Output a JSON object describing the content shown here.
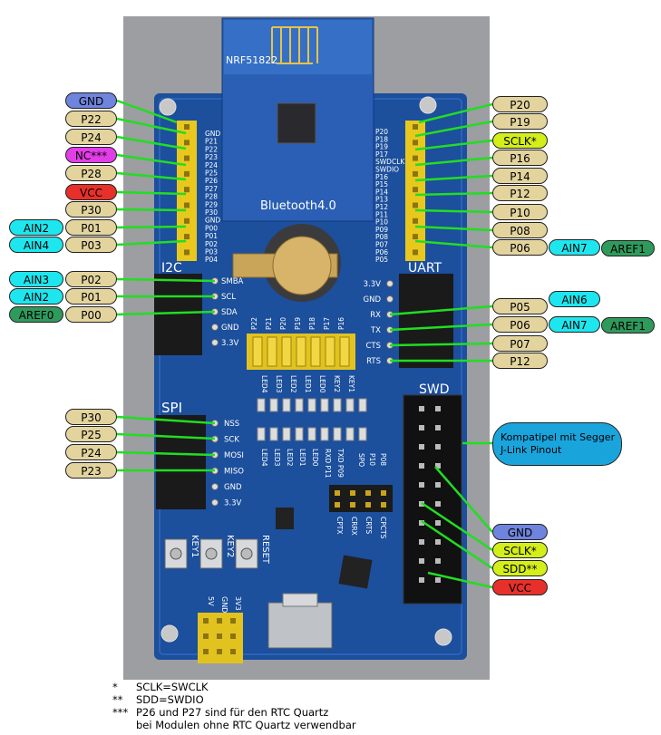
{
  "board": {
    "module_name": "NRF51822",
    "module_sub": "Bluetooth4.0",
    "sections": {
      "i2c": "I2C",
      "uart": "UART",
      "spi": "SPI",
      "swd": "SWD"
    },
    "header_left_pins": [
      "GND",
      "P21",
      "P22",
      "P23",
      "P24",
      "P25",
      "P26",
      "P27",
      "P28",
      "P29",
      "P30",
      "GND",
      "P00",
      "P01",
      "P02",
      "P03",
      "P04"
    ],
    "header_right_pins": [
      "P20",
      "P18",
      "P19",
      "P17",
      "SWDCLK",
      "SWDIO",
      "P16",
      "P15",
      "P14",
      "P13",
      "P12",
      "P11",
      "P10",
      "P09",
      "P08",
      "P07",
      "P06",
      "P05"
    ],
    "i2c_pins": [
      "SMBA",
      "SCL",
      "SDA",
      "GND",
      "3.3V"
    ],
    "uart_pins": [
      "3.3V",
      "GND",
      "RX",
      "TX",
      "CTS",
      "RTS"
    ],
    "spi_pins": [
      "NSS",
      "SCK",
      "MOSI",
      "MISO",
      "GND",
      "3.3V"
    ],
    "jumper_top": [
      "P22",
      "P21",
      "P20",
      "P19",
      "P18",
      "P17",
      "P16"
    ],
    "jumper_bottom": [
      "LED4",
      "LED3",
      "LED2",
      "LED1",
      "LED0",
      "KEY2",
      "KEY1"
    ],
    "led_labels": [
      "LED4",
      "LED3",
      "LED2",
      "LED1",
      "LED0",
      "RXD P11",
      "TXD P09"
    ],
    "rts_labels": [
      "SPO",
      "P10",
      "P08"
    ],
    "cts_labels": [
      "CPTX",
      "CRRX",
      "CRTS",
      "CPCTS"
    ],
    "buttons": [
      "KEY1",
      "KEY2",
      "RESET"
    ],
    "power_labels": [
      "5V",
      "GND",
      "3V3"
    ]
  },
  "labels_left": [
    {
      "text": "GND",
      "type": "gnd"
    },
    {
      "text": "P22",
      "type": "pin"
    },
    {
      "text": "P24",
      "type": "pin"
    },
    {
      "text": "NC***",
      "type": "nc"
    },
    {
      "text": "P28",
      "type": "pin"
    },
    {
      "text": "VCC",
      "type": "vcc"
    },
    {
      "text": "P30",
      "type": "pin"
    },
    {
      "text": "P01",
      "type": "pin",
      "extra": "AIN2"
    },
    {
      "text": "P03",
      "type": "pin",
      "extra": "AIN4"
    },
    {
      "text": "P02",
      "type": "pin",
      "extra": "AIN3"
    },
    {
      "text": "P01",
      "type": "pin",
      "extra": "AIN2"
    },
    {
      "text": "P00",
      "type": "pin",
      "extra": "AREF0"
    },
    {
      "text": "P30",
      "type": "pin"
    },
    {
      "text": "P25",
      "type": "pin"
    },
    {
      "text": "P24",
      "type": "pin"
    },
    {
      "text": "P23",
      "type": "pin"
    }
  ],
  "labels_right": [
    {
      "text": "P20",
      "type": "pin"
    },
    {
      "text": "P19",
      "type": "pin"
    },
    {
      "text": "SCLK*",
      "type": "sclk"
    },
    {
      "text": "P16",
      "type": "pin"
    },
    {
      "text": "P14",
      "type": "pin"
    },
    {
      "text": "P12",
      "type": "pin"
    },
    {
      "text": "P10",
      "type": "pin"
    },
    {
      "text": "P08",
      "type": "pin"
    },
    {
      "text": "P06",
      "type": "pin",
      "extra": "AIN7",
      "extra2": "AREF1"
    },
    {
      "text": "P05",
      "type": "pin",
      "extra": "AIN6"
    },
    {
      "text": "P06",
      "type": "pin",
      "extra": "AIN7",
      "extra2": "AREF1"
    },
    {
      "text": "P07",
      "type": "pin"
    },
    {
      "text": "P12",
      "type": "pin"
    },
    {
      "text": "GND",
      "type": "gnd"
    },
    {
      "text": "SCLK*",
      "type": "sclk"
    },
    {
      "text": "SDD**",
      "type": "sclk"
    },
    {
      "text": "VCC",
      "type": "vcc"
    }
  ],
  "callout_text": "Kompatipel mit Segger J-Link Pinout",
  "footnotes": [
    {
      "key": "*",
      "text": "SCLK=SWCLK"
    },
    {
      "key": "**",
      "text": "SDD=SWDIO"
    },
    {
      "key": "***",
      "text": "P26 und P27 sind für den RTC Quartz"
    },
    {
      "key": "",
      "text": "bei Modulen ohne RTC Quartz verwendbar"
    }
  ],
  "colors": {
    "board": "#1c4f9c",
    "pin_label": "#e3d49e",
    "gnd": "#6f84dc",
    "vcc": "#e8302a",
    "nc": "#e23ee8",
    "sclk": "#d4ee1a",
    "ain": "#1ee6ee",
    "aref": "#2e9a5c",
    "leader": "#22dd22"
  }
}
